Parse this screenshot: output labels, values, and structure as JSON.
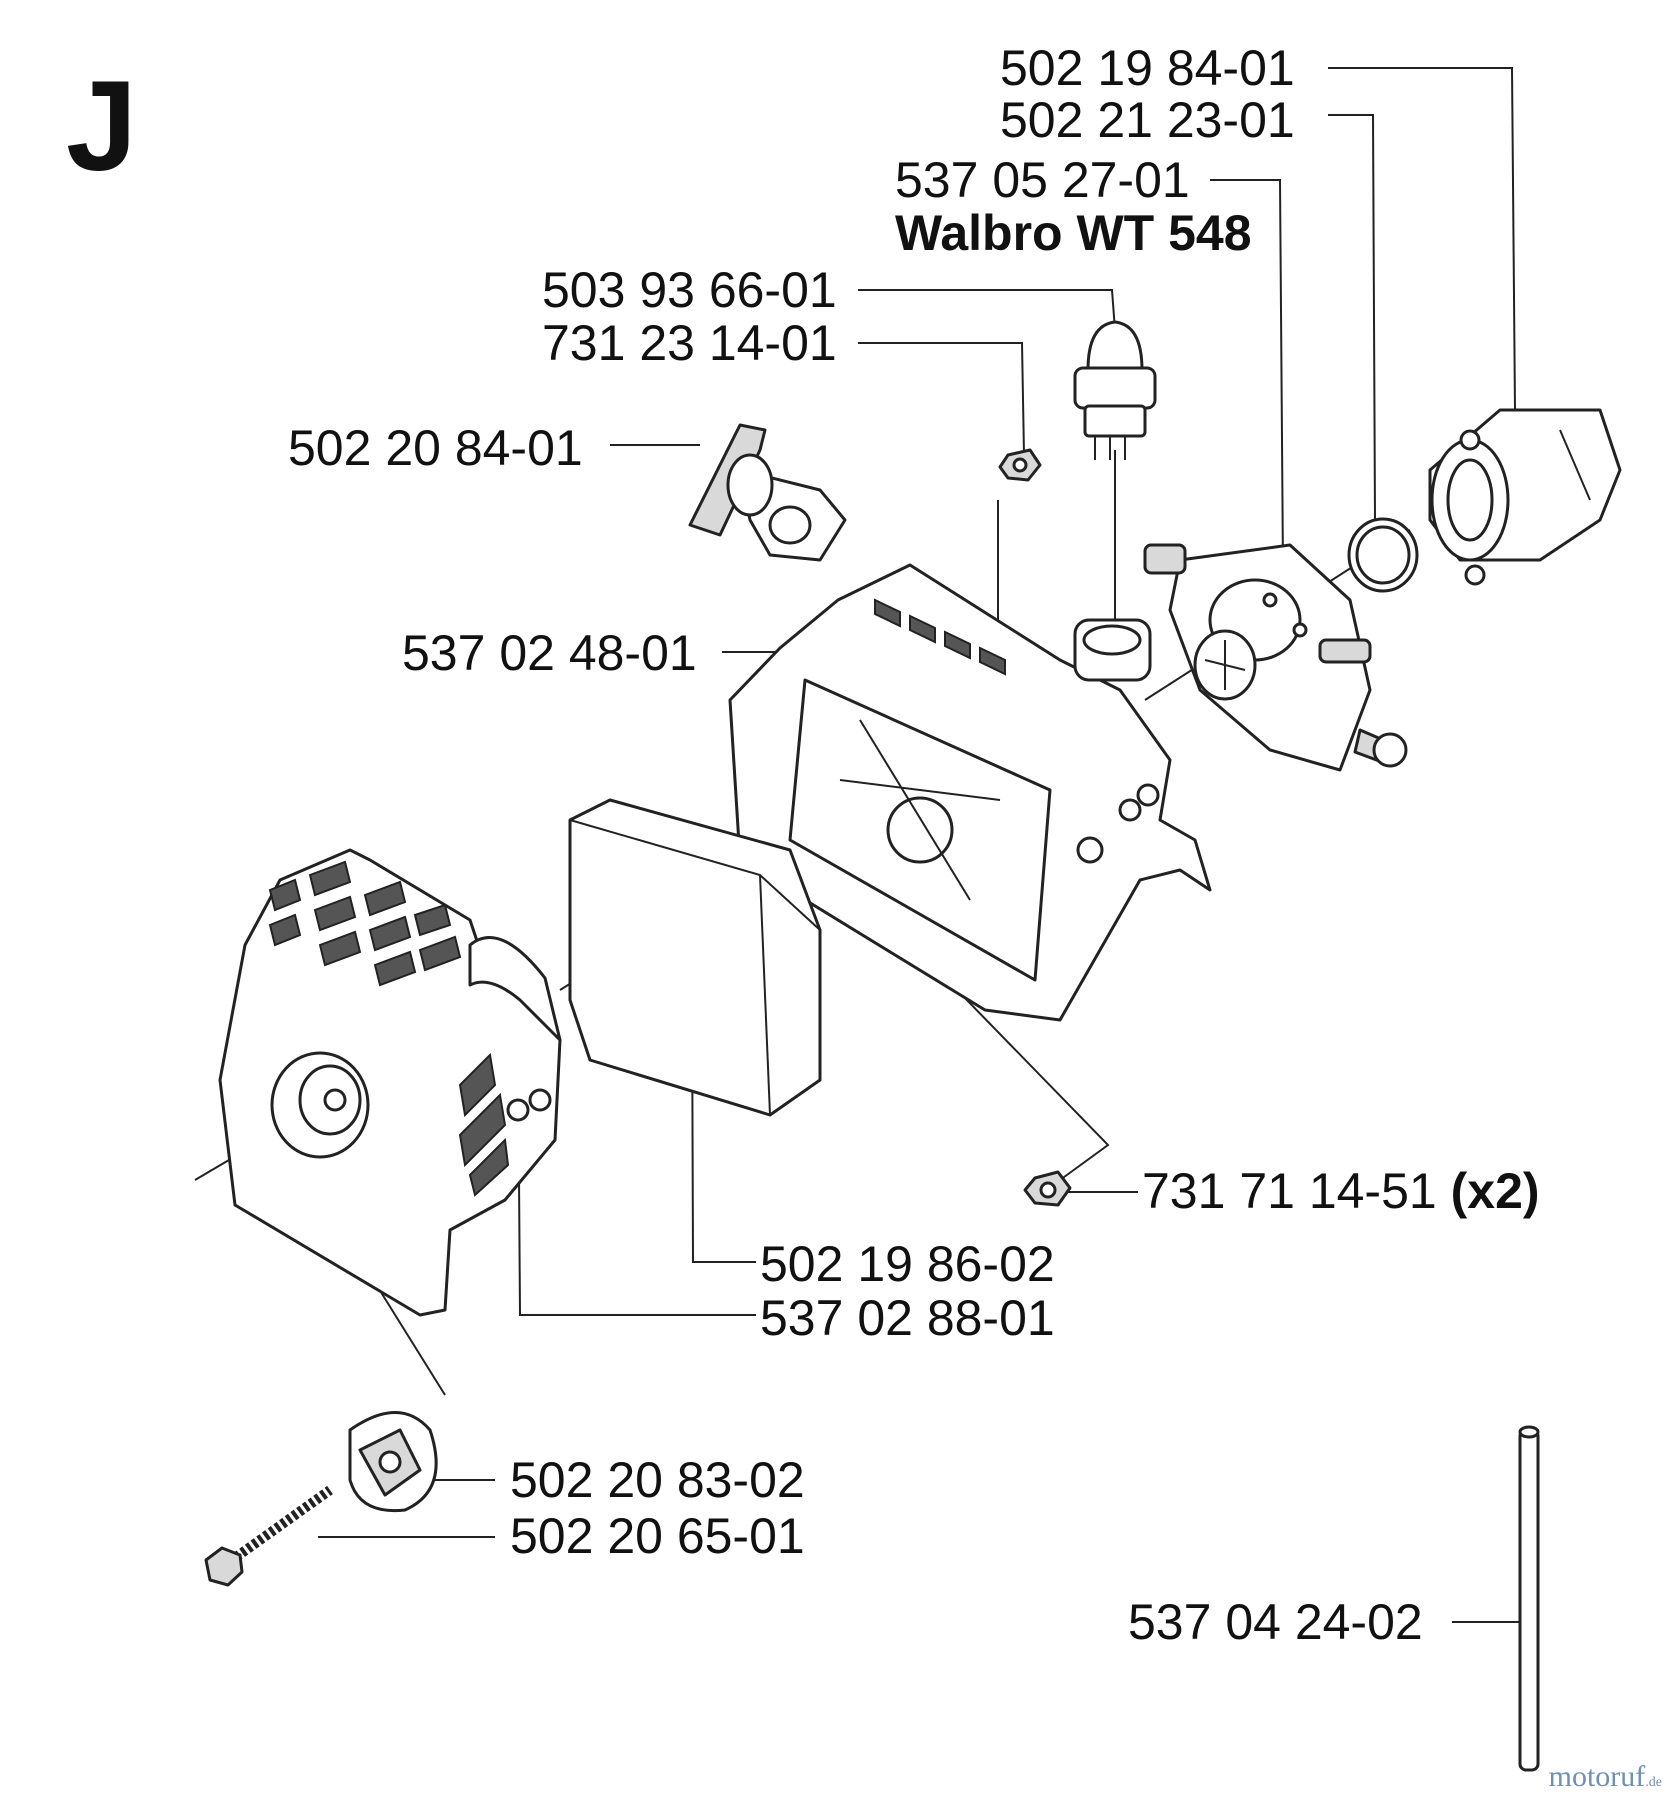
{
  "section": "J",
  "watermark": {
    "brand": "motoruf",
    "tld": ".de"
  },
  "parts": [
    {
      "id": "p1",
      "number": "502 19 84-01"
    },
    {
      "id": "p2",
      "number": "502 21 23-01"
    },
    {
      "id": "p3",
      "number": "537 05 27-01",
      "sublabel": "Walbro WT 548"
    },
    {
      "id": "p4",
      "number": "503 93 66-01"
    },
    {
      "id": "p5",
      "number": "731 23 14-01"
    },
    {
      "id": "p6",
      "number": "502 20 84-01"
    },
    {
      "id": "p7",
      "number": "537 02 48-01"
    },
    {
      "id": "p8",
      "number": "731 71 14-51",
      "qty": "(x2)"
    },
    {
      "id": "p9",
      "number": "502 19 86-02"
    },
    {
      "id": "p10",
      "number": "537 02 88-01"
    },
    {
      "id": "p11",
      "number": "502 20 83-02"
    },
    {
      "id": "p12",
      "number": "502 20 65-01"
    },
    {
      "id": "p13",
      "number": "537 04 24-02"
    }
  ]
}
